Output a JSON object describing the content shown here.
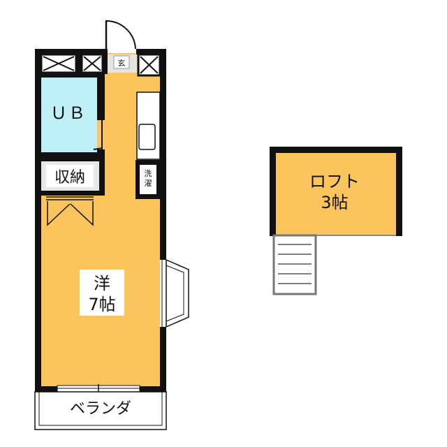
{
  "rooms": {
    "unit_bath": "ＵＢ",
    "storage": "収納",
    "entrance": "玄",
    "washer_line1": "洗",
    "washer_line2": "濯",
    "western_room_line1": "洋",
    "western_room_line2": "7帖",
    "veranda": "ベランダ",
    "loft_line1": "ロフト",
    "loft_line2": "3帖"
  },
  "colors": {
    "floor": "#fcc45c",
    "bath": "#bff0f8",
    "wall": "#111111",
    "label_bg": "#ffffff",
    "fixture": "#e8e8e8"
  }
}
